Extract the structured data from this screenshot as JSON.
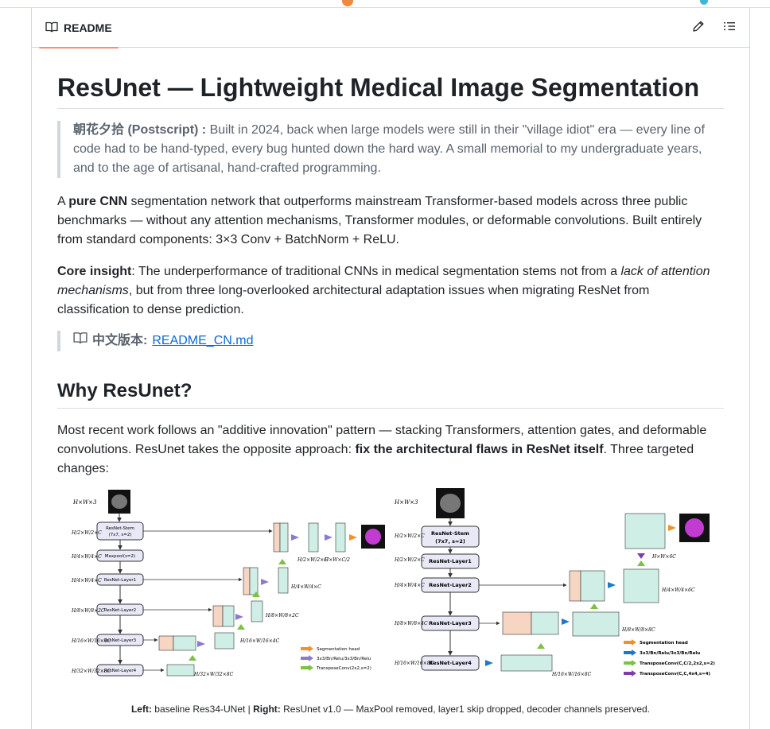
{
  "tab": {
    "label": "README"
  },
  "title": "ResUnet — Lightweight Medical Image Segmentation",
  "postscript": {
    "label": "朝花夕拾 (Postscript) :",
    "text": " Built in 2024, back when large models were still in their \"village idiot\" era — every line of code had to be hand-typed, every bug hunted down the hard way. A small memorial to my undergraduate years, and to the age of artisanal, hand-crafted programming."
  },
  "intro": {
    "pre": "A ",
    "strong": "pure CNN",
    "post": " segmentation network that outperforms mainstream Transformer-based models across three public benchmarks — without any attention mechanisms, Transformer modules, or deformable convolutions. Built entirely from standard components: 3×3 Conv + BatchNorm + ReLU."
  },
  "insight": {
    "strong": "Core insight",
    "pre": ": The underperformance of traditional CNNs in medical segmentation stems not from a ",
    "em": "lack of attention mechanisms",
    "post": ", but from three long-overlooked architectural adaptation issues when migrating ResNet from classification to dense prediction."
  },
  "cn_link": {
    "label": "中文版本:",
    "link": "README_CN.md"
  },
  "why": {
    "heading": "Why ResUnet?",
    "pre": "Most recent work follows an \"additive innovation\" pattern — stacking Transformers, attention gates, and deformable convolutions. ResUnet takes the opposite approach: ",
    "strong": "fix the architectural flaws in ResNet itself",
    "post": ". Three targeted changes:"
  },
  "left_diagram": {
    "input_label": "H×W×3",
    "blocks": [
      "ResNet-Stem\n(7x7, s=2)",
      "Maxpool(s=2)",
      "ResNet-Layer1",
      "ResNet-Layer2",
      "ResNet-Layer3",
      "ResNet-Layer4"
    ],
    "dims": [
      "H/2 × W/2 ×C",
      "H/4 × W/4 ×C",
      "H/4 × W/4 ×C",
      "H/8 × W/8 ×2C",
      "H/16 × W/16 ×4C",
      "H/32 × W/32 ×8C"
    ],
    "legend": [
      "Segmentation head",
      "3x3/Bn/Relu/3x3/Bn/Relu",
      "TransposeConv(2x2,s=2)"
    ]
  },
  "right_diagram": {
    "input_label": "H×W×3",
    "blocks": [
      "ResNet-Stem\n(7x7, s=2)",
      "ResNet-Layer1",
      "ResNet-Layer2",
      "ResNet-Layer3",
      "ResNet-Layer4"
    ],
    "dims": [
      "H/2 × W/2 ×C",
      "H/4 × W/4 ×C",
      "H/8 × W/8 ×4C",
      "H/16 × W/16 ×8C"
    ],
    "legend": [
      "Segmentation head",
      "3x3/Bn/Relu/3x3/Bn/Relu",
      "TransposeConv(C,C/2,2x2,s=2)",
      "TransposeConv(C,C,4x4,s=4)"
    ],
    "output_label": "H×W×6C"
  },
  "caption": {
    "left_label": "Left:",
    "left_text": " baseline Res34-UNet  |  ",
    "right_label": "Right:",
    "right_text": " ResUnet v1.0 — MaxPool removed, layer1 skip dropped, decoder channels preserved."
  },
  "colors": {
    "accent": "#fd8c73",
    "link": "#0969da",
    "block_fill": "#cfeee6",
    "skip_fill": "#f6d5c3",
    "block_bg": "#e8e8f7",
    "arrow_blue": "#1f78c8",
    "arrow_green": "#7bc143",
    "arrow_purple": "#7a3fa8",
    "arrow_orange": "#f0922b"
  },
  "icons": {
    "readme": "book-icon",
    "edit": "pencil-icon",
    "outline": "list-icon"
  }
}
